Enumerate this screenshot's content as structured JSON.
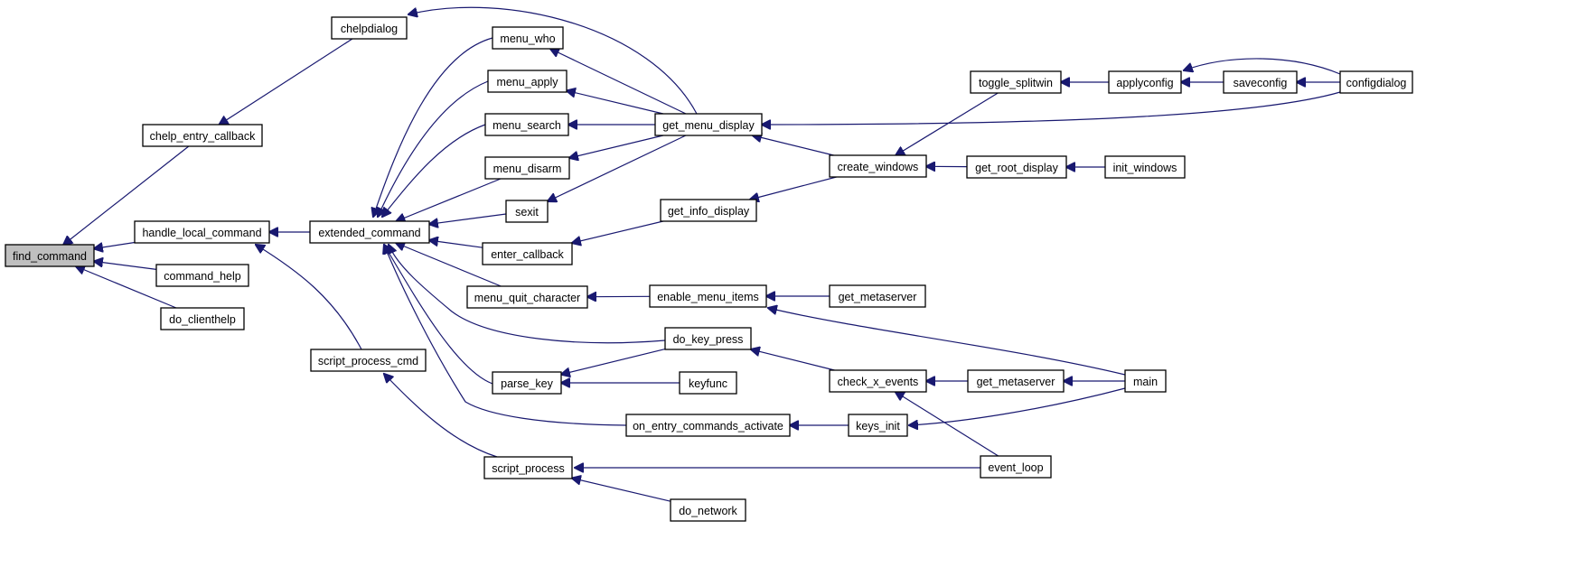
{
  "diagram": {
    "nodes": [
      {
        "id": "find_command",
        "label": "find_command",
        "highlight": true
      },
      {
        "id": "chelp_entry_callback",
        "label": "chelp_entry_callback"
      },
      {
        "id": "handle_local_command",
        "label": "handle_local_command"
      },
      {
        "id": "command_help",
        "label": "command_help"
      },
      {
        "id": "do_clienthelp",
        "label": "do_clienthelp"
      },
      {
        "id": "chelpdialog",
        "label": "chelpdialog"
      },
      {
        "id": "extended_command",
        "label": "extended_command"
      },
      {
        "id": "script_process_cmd",
        "label": "script_process_cmd"
      },
      {
        "id": "menu_who",
        "label": "menu_who"
      },
      {
        "id": "menu_apply",
        "label": "menu_apply"
      },
      {
        "id": "menu_search",
        "label": "menu_search"
      },
      {
        "id": "menu_disarm",
        "label": "menu_disarm"
      },
      {
        "id": "sexit",
        "label": "sexit"
      },
      {
        "id": "enter_callback",
        "label": "enter_callback"
      },
      {
        "id": "menu_quit_character",
        "label": "menu_quit_character"
      },
      {
        "id": "parse_key",
        "label": "parse_key"
      },
      {
        "id": "script_process",
        "label": "script_process"
      },
      {
        "id": "get_menu_display",
        "label": "get_menu_display"
      },
      {
        "id": "get_info_display",
        "label": "get_info_display"
      },
      {
        "id": "enable_menu_items",
        "label": "enable_menu_items"
      },
      {
        "id": "do_key_press",
        "label": "do_key_press"
      },
      {
        "id": "keyfunc",
        "label": "keyfunc"
      },
      {
        "id": "on_entry_commands_activate",
        "label": "on_entry_commands_activate"
      },
      {
        "id": "do_network",
        "label": "do_network"
      },
      {
        "id": "create_windows",
        "label": "create_windows"
      },
      {
        "id": "get_metaserver_a",
        "label": "get_metaserver"
      },
      {
        "id": "check_x_events",
        "label": "check_x_events"
      },
      {
        "id": "keys_init",
        "label": "keys_init"
      },
      {
        "id": "toggle_splitwin",
        "label": "toggle_splitwin"
      },
      {
        "id": "get_root_display",
        "label": "get_root_display"
      },
      {
        "id": "get_metaserver_b",
        "label": "get_metaserver"
      },
      {
        "id": "event_loop",
        "label": "event_loop"
      },
      {
        "id": "applyconfig",
        "label": "applyconfig"
      },
      {
        "id": "init_windows",
        "label": "init_windows"
      },
      {
        "id": "saveconfig",
        "label": "saveconfig"
      },
      {
        "id": "configdialog",
        "label": "configdialog"
      },
      {
        "id": "main",
        "label": "main"
      }
    ],
    "edges": [
      {
        "from": "chelp_entry_callback",
        "to": "find_command"
      },
      {
        "from": "handle_local_command",
        "to": "find_command"
      },
      {
        "from": "command_help",
        "to": "find_command"
      },
      {
        "from": "do_clienthelp",
        "to": "find_command"
      },
      {
        "from": "chelpdialog",
        "to": "chelp_entry_callback"
      },
      {
        "from": "extended_command",
        "to": "handle_local_command"
      },
      {
        "from": "script_process_cmd",
        "to": "handle_local_command"
      },
      {
        "from": "get_menu_display",
        "to": "chelpdialog"
      },
      {
        "from": "menu_who",
        "to": "extended_command"
      },
      {
        "from": "menu_apply",
        "to": "extended_command"
      },
      {
        "from": "menu_search",
        "to": "extended_command"
      },
      {
        "from": "menu_disarm",
        "to": "extended_command"
      },
      {
        "from": "sexit",
        "to": "extended_command"
      },
      {
        "from": "enter_callback",
        "to": "extended_command"
      },
      {
        "from": "menu_quit_character",
        "to": "extended_command"
      },
      {
        "from": "do_key_press",
        "to": "extended_command"
      },
      {
        "from": "parse_key",
        "to": "extended_command"
      },
      {
        "from": "on_entry_commands_activate",
        "to": "extended_command"
      },
      {
        "from": "script_process",
        "to": "script_process_cmd"
      },
      {
        "from": "get_menu_display",
        "to": "menu_who"
      },
      {
        "from": "get_menu_display",
        "to": "menu_apply"
      },
      {
        "from": "get_menu_display",
        "to": "menu_search"
      },
      {
        "from": "get_menu_display",
        "to": "menu_disarm"
      },
      {
        "from": "get_menu_display",
        "to": "sexit"
      },
      {
        "from": "get_info_display",
        "to": "enter_callback"
      },
      {
        "from": "enable_menu_items",
        "to": "menu_quit_character"
      },
      {
        "from": "do_key_press",
        "to": "parse_key"
      },
      {
        "from": "keyfunc",
        "to": "parse_key"
      },
      {
        "from": "keys_init",
        "to": "on_entry_commands_activate"
      },
      {
        "from": "event_loop",
        "to": "script_process"
      },
      {
        "from": "do_network",
        "to": "script_process"
      },
      {
        "from": "create_windows",
        "to": "get_menu_display"
      },
      {
        "from": "configdialog",
        "to": "get_menu_display"
      },
      {
        "from": "create_windows",
        "to": "get_info_display"
      },
      {
        "from": "get_metaserver_a",
        "to": "enable_menu_items"
      },
      {
        "from": "main",
        "to": "enable_menu_items"
      },
      {
        "from": "check_x_events",
        "to": "do_key_press"
      },
      {
        "from": "toggle_splitwin",
        "to": "create_windows"
      },
      {
        "from": "get_root_display",
        "to": "create_windows"
      },
      {
        "from": "get_metaserver_b",
        "to": "check_x_events"
      },
      {
        "from": "event_loop",
        "to": "check_x_events"
      },
      {
        "from": "main",
        "to": "keys_init"
      },
      {
        "from": "applyconfig",
        "to": "toggle_splitwin"
      },
      {
        "from": "init_windows",
        "to": "get_root_display"
      },
      {
        "from": "main",
        "to": "get_metaserver_b"
      },
      {
        "from": "saveconfig",
        "to": "applyconfig"
      },
      {
        "from": "configdialog",
        "to": "applyconfig"
      },
      {
        "from": "configdialog",
        "to": "saveconfig"
      }
    ]
  }
}
